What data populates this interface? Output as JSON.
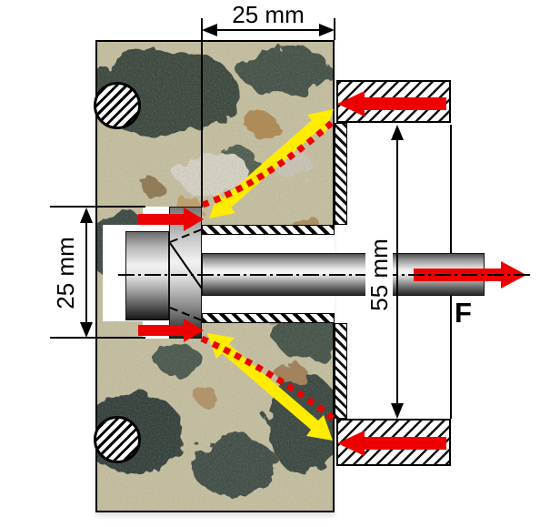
{
  "labels": {
    "dim_embedment_width": "25 mm",
    "dim_head_height": "25 mm",
    "dim_ring_inner_diameter": "55 mm",
    "force": "F"
  },
  "colors": {
    "force_red": "#ee0000",
    "crack_yellow": "#ffec00",
    "concrete_matrix": "#c6c0a2",
    "line_black": "#000000"
  }
}
